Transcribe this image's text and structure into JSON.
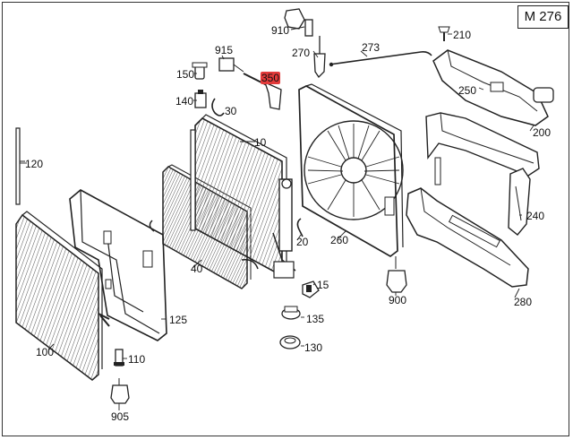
{
  "model": "M 276",
  "highlight_color": "#e23a3a",
  "parts": [
    {
      "id": "910",
      "label": "910",
      "part": "connector plug",
      "hl": false
    },
    {
      "id": "270",
      "label": "270",
      "part": "coolant temperature sensor",
      "hl": false
    },
    {
      "id": "273",
      "label": "273",
      "part": "cable",
      "hl": false
    },
    {
      "id": "210",
      "label": "210",
      "part": "screw",
      "hl": false
    },
    {
      "id": "915",
      "label": "915",
      "part": "connector",
      "hl": false
    },
    {
      "id": "350",
      "label": "350",
      "part": "wiring bracket",
      "hl": true
    },
    {
      "id": "150",
      "label": "150",
      "part": "rubber mount",
      "hl": false
    },
    {
      "id": "140",
      "label": "140",
      "part": "clip",
      "hl": false
    },
    {
      "id": "30",
      "label": "30",
      "part": "hose clamp",
      "hl": false
    },
    {
      "id": "10",
      "label": "10",
      "part": "radiator",
      "hl": false
    },
    {
      "id": "120",
      "label": "120",
      "part": "seal strip",
      "hl": false
    },
    {
      "id": "250",
      "label": "250",
      "part": "air duct",
      "hl": false
    },
    {
      "id": "200",
      "label": "200",
      "part": "air guide",
      "hl": false
    },
    {
      "id": "240",
      "label": "240",
      "part": "side air duct",
      "hl": false
    },
    {
      "id": "20",
      "label": "20",
      "part": "clamp",
      "hl": false
    },
    {
      "id": "260",
      "label": "260",
      "part": "fan shroud",
      "hl": false
    },
    {
      "id": "40",
      "label": "40",
      "part": "auxiliary radiator",
      "hl": false
    },
    {
      "id": "15",
      "label": "15",
      "part": "drain plug",
      "hl": false
    },
    {
      "id": "900",
      "label": "900",
      "part": "connector",
      "hl": false
    },
    {
      "id": "280",
      "label": "280",
      "part": "lower air duct",
      "hl": false
    },
    {
      "id": "125",
      "label": "125",
      "part": "frame",
      "hl": false
    },
    {
      "id": "135",
      "label": "135",
      "part": "cap",
      "hl": false
    },
    {
      "id": "130",
      "label": "130",
      "part": "cap",
      "hl": false
    },
    {
      "id": "100",
      "label": "100",
      "part": "condenser",
      "hl": false
    },
    {
      "id": "110",
      "label": "110",
      "part": "pressure switch",
      "hl": false
    },
    {
      "id": "905",
      "label": "905",
      "part": "connector",
      "hl": false
    }
  ]
}
